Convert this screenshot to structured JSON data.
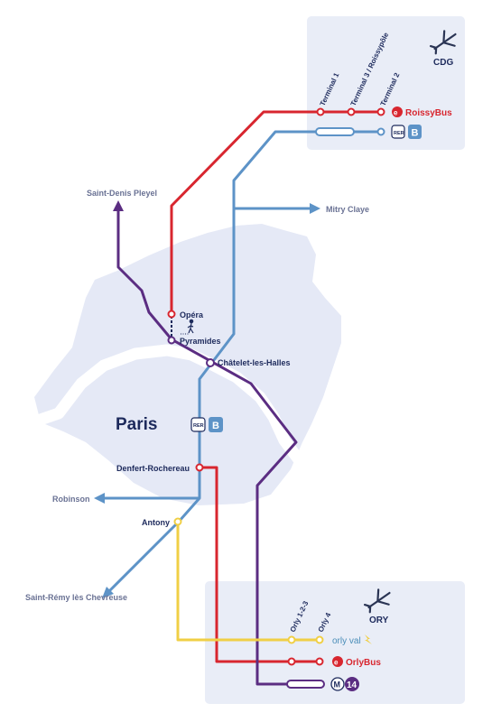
{
  "city": {
    "name": "Paris"
  },
  "airports": {
    "cdg": {
      "name": "CDG",
      "stops": [
        "Terminal 1",
        "Terminal 3 / Roissypôle",
        "Terminal 2"
      ]
    },
    "ory": {
      "name": "ORY",
      "stops": [
        "Orly 1-2-3",
        "Orly 4"
      ]
    }
  },
  "services": {
    "roissybus": "RoissyBus",
    "orlybus": "OrlyBus",
    "orlyval": "orly val",
    "rer_badge": "RER",
    "rer_line": "B",
    "metro_badge": "M",
    "metro_line": "14"
  },
  "stations": {
    "opera": "Opéra",
    "pyramides": "Pyramides",
    "chatelet": "Châtelet-les-Halles",
    "denfert": "Denfert-Rochereau",
    "antony": "Antony"
  },
  "destinations": {
    "saint_denis": "Saint-Denis Pleyel",
    "mitry": "Mitry Claye",
    "robinson": "Robinson",
    "saint_remy": "Saint-Rémy lès Chevreuse"
  },
  "colors": {
    "roissybus_red": "#d8262f",
    "rer_blue": "#5d93c7",
    "metro_purple": "#5b2d82",
    "orlyval_yellow": "#f0cf45",
    "zone_fill": "#e9edf7",
    "paris_fill": "#e5e9f6",
    "text_navy": "#1d2a5c",
    "dest_gray": "#6a7294"
  }
}
